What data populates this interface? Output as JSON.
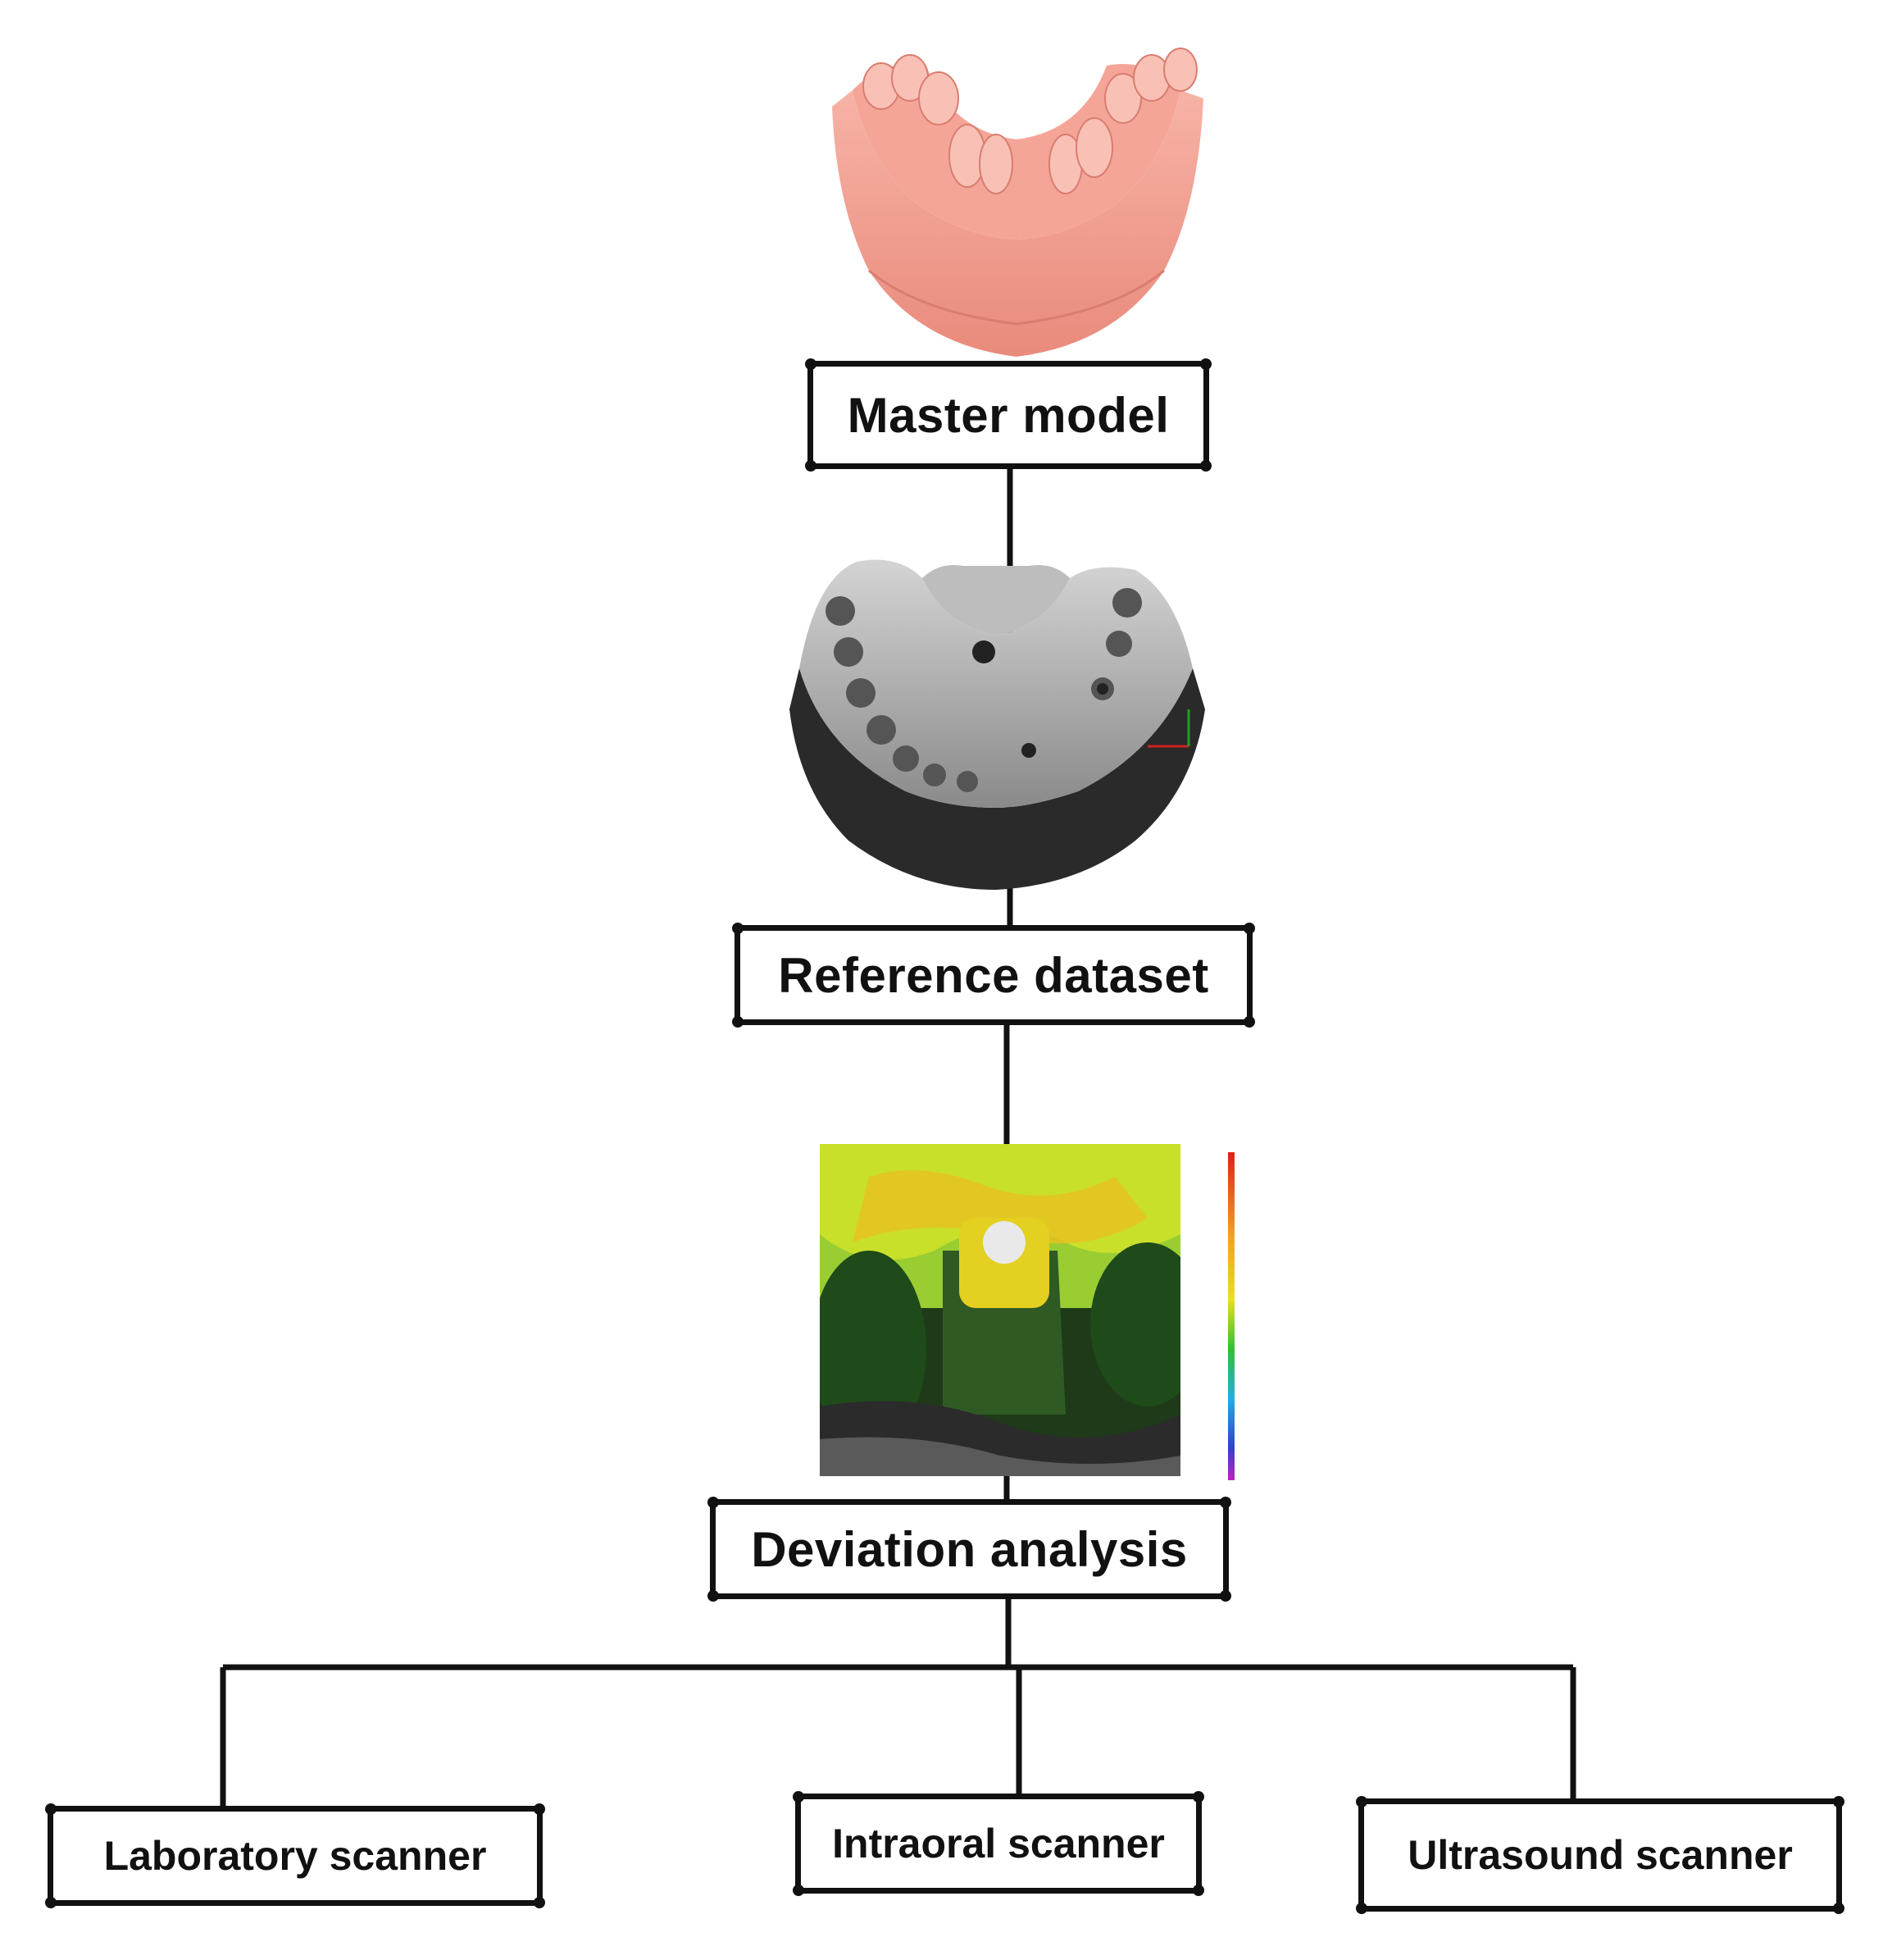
{
  "diagram": {
    "nodes": {
      "master_model": "Master model",
      "reference_dataset": "Reference dataset",
      "deviation_analysis": "Deviation analysis",
      "laboratory_scanner": "Laboratory scanner",
      "intraoral_scanner": "Intraoral scanner",
      "ultrasound_scanner": "Ultrasound scanner"
    },
    "edges": [
      [
        "master_model",
        "reference_dataset"
      ],
      [
        "reference_dataset",
        "deviation_analysis"
      ],
      [
        "deviation_analysis",
        "laboratory_scanner"
      ],
      [
        "deviation_analysis",
        "intraoral_scanner"
      ],
      [
        "deviation_analysis",
        "ultrasound_scanner"
      ]
    ],
    "images": {
      "master_model_photo": "pink dental stone cast",
      "reference_scan": "grey 3D scan of jaw model",
      "deviation_heatmap": "colour-coded deviation map with scale bar"
    },
    "colors": {
      "line": "#111111",
      "box_fill": "#ffffff",
      "model_pink": "#f0a094",
      "scan_grey": "#9a9a9a"
    }
  }
}
